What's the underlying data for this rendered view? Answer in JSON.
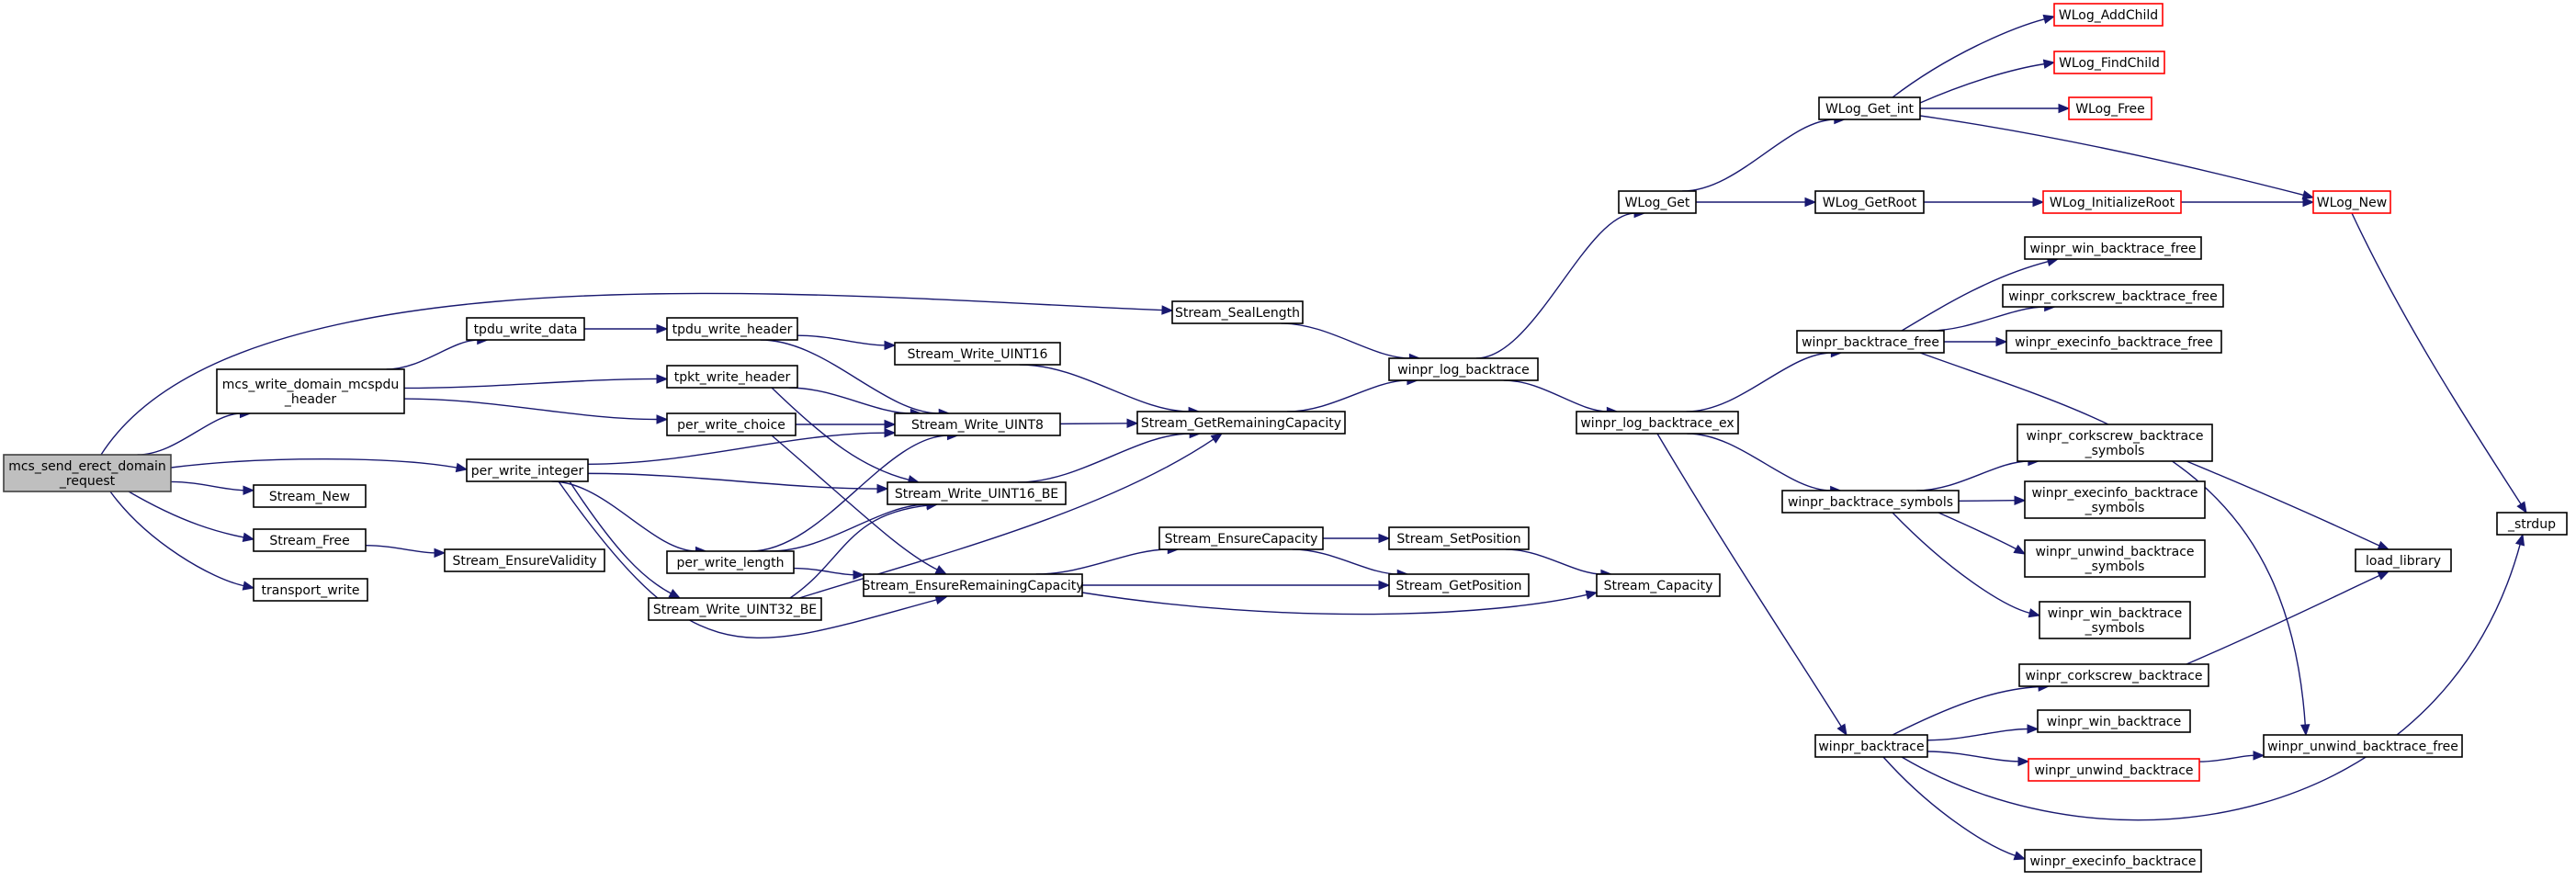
{
  "colors": {
    "edge": "#191970",
    "node_border": "#000000",
    "node_border_external": "#ff0000",
    "root_fill": "#bfbfbf",
    "background": "#ffffff"
  },
  "nodes": [
    {
      "id": "mcs_send",
      "lines": [
        "mcs_send_erect_domain",
        "_request"
      ],
      "style": "root"
    },
    {
      "id": "mcs_write",
      "lines": [
        "mcs_write_domain_mcspdu",
        "_header"
      ]
    },
    {
      "id": "stream_new",
      "lines": [
        "Stream_New"
      ]
    },
    {
      "id": "stream_free",
      "lines": [
        "Stream_Free"
      ]
    },
    {
      "id": "transport_write",
      "lines": [
        "transport_write"
      ]
    },
    {
      "id": "per_write_integer",
      "lines": [
        "per_write_integer"
      ]
    },
    {
      "id": "stream_ensure_validity",
      "lines": [
        "Stream_EnsureValidity"
      ]
    },
    {
      "id": "tpdu_write_data",
      "lines": [
        "tpdu_write_data"
      ]
    },
    {
      "id": "tpdu_write_header",
      "lines": [
        "tpdu_write_header"
      ]
    },
    {
      "id": "tpkt_write_header",
      "lines": [
        "tpkt_write_header"
      ]
    },
    {
      "id": "per_write_choice",
      "lines": [
        "per_write_choice"
      ]
    },
    {
      "id": "per_write_length",
      "lines": [
        "per_write_length"
      ]
    },
    {
      "id": "write_uint32_be",
      "lines": [
        "Stream_Write_UINT32_BE"
      ]
    },
    {
      "id": "write_uint16",
      "lines": [
        "Stream_Write_UINT16"
      ]
    },
    {
      "id": "write_uint8",
      "lines": [
        "Stream_Write_UINT8"
      ]
    },
    {
      "id": "write_uint16_be",
      "lines": [
        "Stream_Write_UINT16_BE"
      ]
    },
    {
      "id": "ensure_remaining",
      "lines": [
        "Stream_EnsureRemainingCapacity"
      ]
    },
    {
      "id": "seal_length",
      "lines": [
        "Stream_SealLength"
      ]
    },
    {
      "id": "get_remaining",
      "lines": [
        "Stream_GetRemainingCapacity"
      ]
    },
    {
      "id": "ensure_capacity",
      "lines": [
        "Stream_EnsureCapacity"
      ]
    },
    {
      "id": "set_position",
      "lines": [
        "Stream_SetPosition"
      ]
    },
    {
      "id": "get_position",
      "lines": [
        "Stream_GetPosition"
      ]
    },
    {
      "id": "capacity",
      "lines": [
        "Stream_Capacity"
      ]
    },
    {
      "id": "log_backtrace",
      "lines": [
        "winpr_log_backtrace"
      ]
    },
    {
      "id": "wlog_get",
      "lines": [
        "WLog_Get"
      ]
    },
    {
      "id": "log_backtrace_ex",
      "lines": [
        "winpr_log_backtrace_ex"
      ]
    },
    {
      "id": "wlog_get_int",
      "lines": [
        "WLog_Get_int"
      ]
    },
    {
      "id": "wlog_getroot",
      "lines": [
        "WLog_GetRoot"
      ]
    },
    {
      "id": "bt_free",
      "lines": [
        "winpr_backtrace_free"
      ]
    },
    {
      "id": "bt_symbols",
      "lines": [
        "winpr_backtrace_symbols"
      ]
    },
    {
      "id": "backtrace",
      "lines": [
        "winpr_backtrace"
      ]
    },
    {
      "id": "wlog_addchild",
      "lines": [
        "WLog_AddChild"
      ],
      "style": "red"
    },
    {
      "id": "wlog_findchild",
      "lines": [
        "WLog_FindChild"
      ],
      "style": "red"
    },
    {
      "id": "wlog_free",
      "lines": [
        "WLog_Free"
      ],
      "style": "red"
    },
    {
      "id": "wlog_initroot",
      "lines": [
        "WLog_InitializeRoot"
      ],
      "style": "red"
    },
    {
      "id": "win_bt_free",
      "lines": [
        "winpr_win_backtrace_free"
      ]
    },
    {
      "id": "cork_bt_free",
      "lines": [
        "winpr_corkscrew_backtrace_free"
      ]
    },
    {
      "id": "exec_bt_free",
      "lines": [
        "winpr_execinfo_backtrace_free"
      ]
    },
    {
      "id": "cork_bt_sym",
      "lines": [
        "winpr_corkscrew_backtrace",
        "_symbols"
      ]
    },
    {
      "id": "exec_bt_sym",
      "lines": [
        "winpr_execinfo_backtrace",
        "_symbols"
      ]
    },
    {
      "id": "unwind_bt_sym",
      "lines": [
        "winpr_unwind_backtrace",
        "_symbols"
      ]
    },
    {
      "id": "win_bt_sym",
      "lines": [
        "winpr_win_backtrace",
        "_symbols"
      ]
    },
    {
      "id": "cork_bt",
      "lines": [
        "winpr_corkscrew_backtrace"
      ]
    },
    {
      "id": "win_bt",
      "lines": [
        "winpr_win_backtrace"
      ]
    },
    {
      "id": "unwind_bt",
      "lines": [
        "winpr_unwind_backtrace"
      ],
      "style": "red"
    },
    {
      "id": "exec_bt",
      "lines": [
        "winpr_execinfo_backtrace"
      ]
    },
    {
      "id": "wlog_new",
      "lines": [
        "WLog_New"
      ],
      "style": "red"
    },
    {
      "id": "load_library",
      "lines": [
        "load_library"
      ]
    },
    {
      "id": "unwind_bt_free",
      "lines": [
        "winpr_unwind_backtrace_free"
      ]
    },
    {
      "id": "strdup",
      "lines": [
        "_strdup"
      ]
    }
  ],
  "edges": [
    [
      "mcs_send",
      "seal_length"
    ],
    [
      "mcs_send",
      "mcs_write"
    ],
    [
      "mcs_send",
      "per_write_integer"
    ],
    [
      "mcs_send",
      "stream_new"
    ],
    [
      "mcs_send",
      "stream_free"
    ],
    [
      "mcs_send",
      "transport_write"
    ],
    [
      "mcs_write",
      "tpdu_write_data"
    ],
    [
      "mcs_write",
      "tpkt_write_header"
    ],
    [
      "mcs_write",
      "per_write_choice"
    ],
    [
      "stream_free",
      "stream_ensure_validity"
    ],
    [
      "tpdu_write_data",
      "tpdu_write_header"
    ],
    [
      "tpdu_write_header",
      "write_uint16"
    ],
    [
      "tpdu_write_header",
      "write_uint8"
    ],
    [
      "tpkt_write_header",
      "write_uint8"
    ],
    [
      "tpkt_write_header",
      "write_uint16_be"
    ],
    [
      "per_write_choice",
      "write_uint8"
    ],
    [
      "per_write_choice",
      "ensure_remaining"
    ],
    [
      "per_write_integer",
      "write_uint8"
    ],
    [
      "per_write_integer",
      "write_uint16_be"
    ],
    [
      "per_write_integer",
      "per_write_length"
    ],
    [
      "per_write_integer",
      "write_uint32_be"
    ],
    [
      "per_write_integer",
      "ensure_remaining"
    ],
    [
      "per_write_length",
      "write_uint8"
    ],
    [
      "per_write_length",
      "write_uint16_be"
    ],
    [
      "per_write_length",
      "ensure_remaining"
    ],
    [
      "write_uint32_be",
      "get_remaining"
    ],
    [
      "write_uint32_be",
      "write_uint16_be"
    ],
    [
      "write_uint16",
      "get_remaining"
    ],
    [
      "write_uint8",
      "get_remaining"
    ],
    [
      "write_uint16_be",
      "get_remaining"
    ],
    [
      "ensure_remaining",
      "ensure_capacity"
    ],
    [
      "ensure_remaining",
      "get_position"
    ],
    [
      "ensure_remaining",
      "capacity"
    ],
    [
      "seal_length",
      "log_backtrace"
    ],
    [
      "get_remaining",
      "log_backtrace"
    ],
    [
      "ensure_capacity",
      "set_position"
    ],
    [
      "ensure_capacity",
      "get_position"
    ],
    [
      "set_position",
      "capacity"
    ],
    [
      "log_backtrace",
      "wlog_get"
    ],
    [
      "log_backtrace",
      "log_backtrace_ex"
    ],
    [
      "wlog_get",
      "wlog_get_int"
    ],
    [
      "wlog_get",
      "wlog_getroot"
    ],
    [
      "wlog_get_int",
      "wlog_addchild"
    ],
    [
      "wlog_get_int",
      "wlog_findchild"
    ],
    [
      "wlog_get_int",
      "wlog_free"
    ],
    [
      "wlog_get_int",
      "wlog_new"
    ],
    [
      "wlog_getroot",
      "wlog_initroot"
    ],
    [
      "wlog_initroot",
      "wlog_new"
    ],
    [
      "wlog_new",
      "strdup"
    ],
    [
      "log_backtrace_ex",
      "bt_free"
    ],
    [
      "log_backtrace_ex",
      "bt_symbols"
    ],
    [
      "log_backtrace_ex",
      "backtrace"
    ],
    [
      "bt_free",
      "win_bt_free"
    ],
    [
      "bt_free",
      "cork_bt_free"
    ],
    [
      "bt_free",
      "exec_bt_free"
    ],
    [
      "bt_free",
      "unwind_bt_free"
    ],
    [
      "bt_symbols",
      "cork_bt_sym"
    ],
    [
      "bt_symbols",
      "exec_bt_sym"
    ],
    [
      "bt_symbols",
      "unwind_bt_sym"
    ],
    [
      "bt_symbols",
      "win_bt_sym"
    ],
    [
      "cork_bt_sym",
      "load_library"
    ],
    [
      "backtrace",
      "cork_bt"
    ],
    [
      "backtrace",
      "win_bt"
    ],
    [
      "backtrace",
      "unwind_bt"
    ],
    [
      "backtrace",
      "exec_bt"
    ],
    [
      "backtrace",
      "strdup"
    ],
    [
      "cork_bt",
      "load_library"
    ],
    [
      "unwind_bt",
      "unwind_bt_free"
    ]
  ]
}
